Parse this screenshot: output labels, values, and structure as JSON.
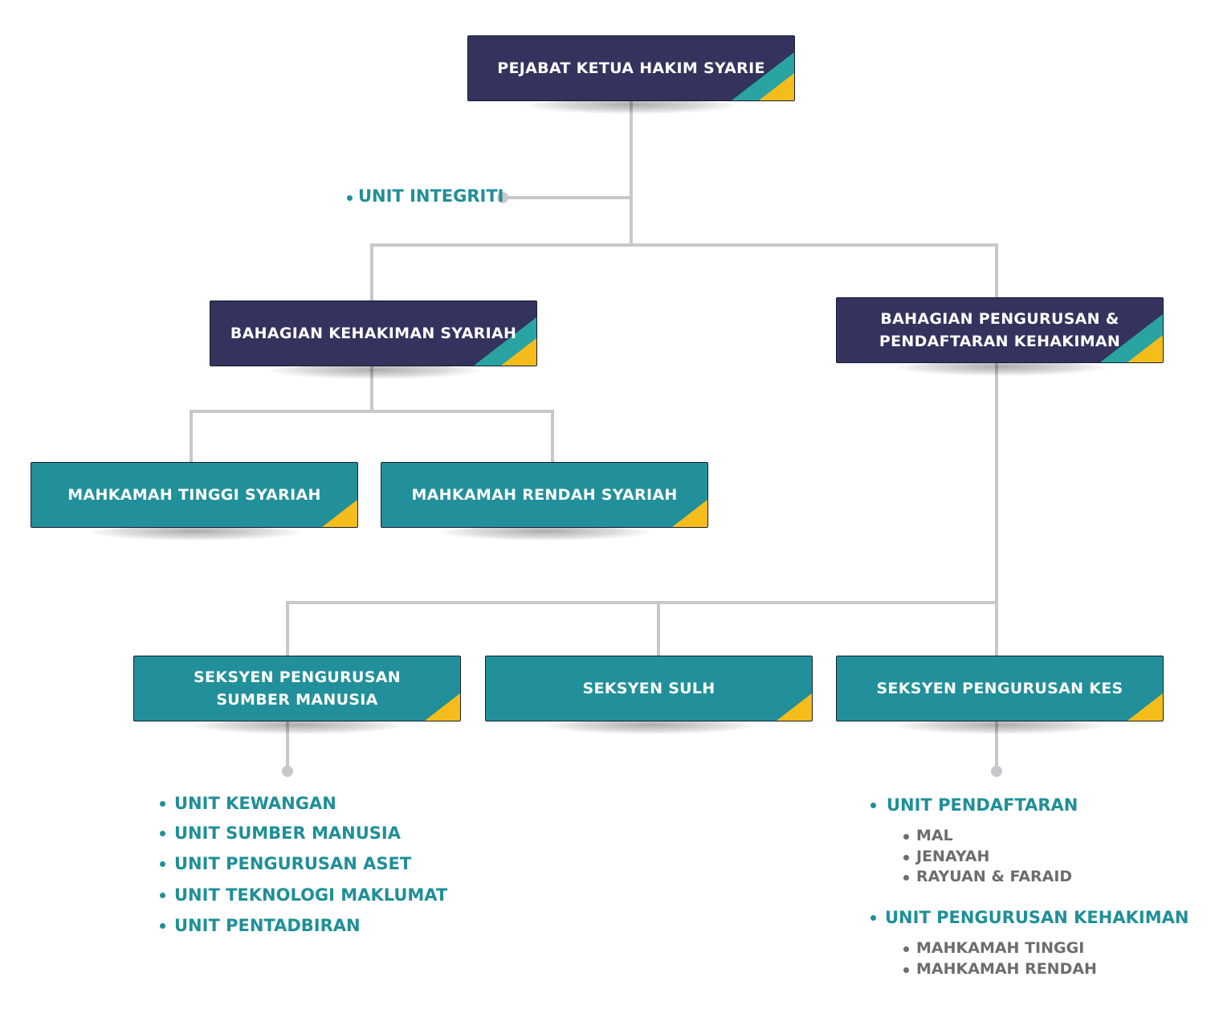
{
  "top": {
    "title": "PEJABAT KETUA HAKIM SYARIE"
  },
  "integrity_unit": "UNIT INTEGRITI",
  "divisions": {
    "left": {
      "title": "BAHAGIAN KEHAKIMAN SYARIAH"
    },
    "right": {
      "title_line1": "BAHAGIAN PENGURUSAN &",
      "title_line2": "PENDAFTARAN KEHAKIMAN"
    }
  },
  "courts": {
    "high": "MAHKAMAH TINGGI SYARIAH",
    "lower": "MAHKAMAH RENDAH SYARIAH"
  },
  "sections": {
    "hr": {
      "line1": "SEKSYEN PENGURUSAN",
      "line2": "SUMBER MANUSIA"
    },
    "sulh": "SEKSYEN SULH",
    "cases": "SEKSYEN PENGURUSAN KES"
  },
  "hr_units": [
    "UNIT KEWANGAN",
    "UNIT SUMBER MANUSIA",
    "UNIT PENGURUSAN ASET",
    "UNIT TEKNOLOGI MAKLUMAT",
    "UNIT PENTADBIRAN"
  ],
  "case_units": {
    "registration": {
      "title": "UNIT PENDAFTARAN",
      "items": [
        "MAL",
        "JENAYAH",
        "RAYUAN & FARAID"
      ]
    },
    "judicial": {
      "title": "UNIT PENGURUSAN KEHAKIMAN",
      "items": [
        "MAHKAMAH TINGGI",
        "MAHKAMAH RENDAH"
      ]
    }
  },
  "colors": {
    "navy": "#33335e",
    "teal": "#22909a",
    "stripe_teal": "#2aa3a3",
    "stripe_yellow": "#f5bd1b",
    "connector": "#c8c8cc",
    "unit_text": "#1f8f98",
    "subunit_text": "#6d6d6d"
  }
}
